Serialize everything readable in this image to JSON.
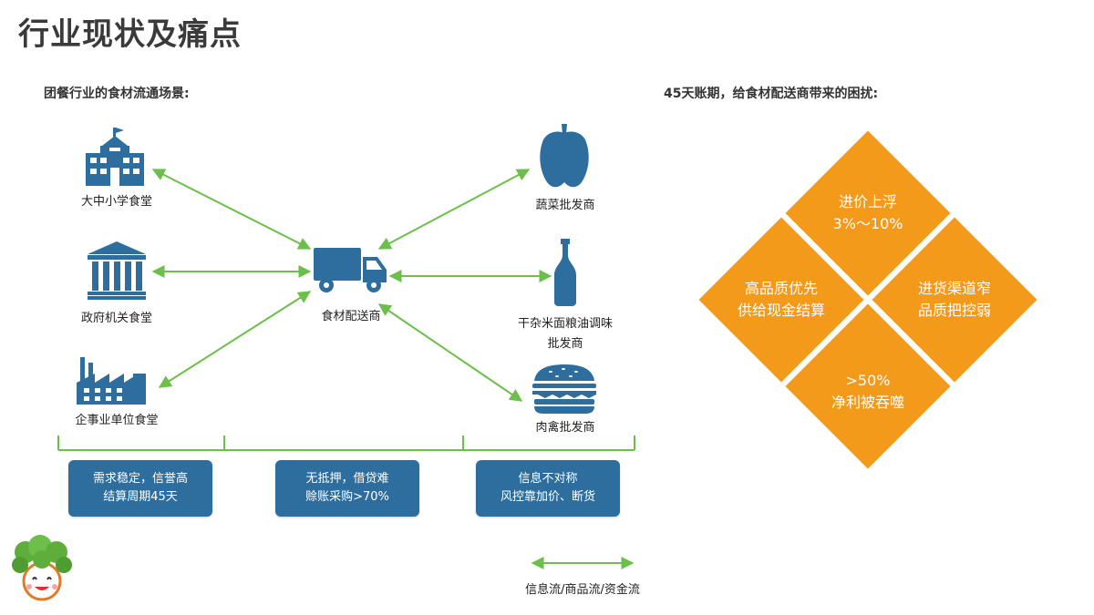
{
  "title": "行业现状及痛点",
  "left_section": {
    "heading": "团餐行业的食材流通场景:",
    "left_nodes": [
      {
        "label": "大中小学食堂",
        "icon": "school-icon"
      },
      {
        "label": "政府机关食堂",
        "icon": "government-building-icon"
      },
      {
        "label": "企事业单位食堂",
        "icon": "factory-icon"
      }
    ],
    "center_node": {
      "label": "食材配送商",
      "icon": "delivery-truck-icon"
    },
    "right_nodes": [
      {
        "label": "蔬菜批发商",
        "icon": "pepper-icon"
      },
      {
        "label_line1": "干杂米面粮油调味",
        "label_line2": "批发商",
        "icon": "bottle-icon"
      },
      {
        "label": "肉禽批发商",
        "icon": "burger-icon"
      }
    ],
    "boxes": [
      {
        "line1": "需求稳定，信誉高",
        "line2": "结算周期45天"
      },
      {
        "line1": "无抵押，借贷难",
        "line2": "赊账采购>70%"
      },
      {
        "line1": "信息不对称",
        "line2": "风控靠加价、断货"
      }
    ],
    "legend": "信息流/商品流/资金流"
  },
  "right_section": {
    "heading": "45天账期，给食材配送商带来的困扰:",
    "diamonds": [
      {
        "line1": "进价上浮",
        "line2": "3%～10%"
      },
      {
        "line1": "高品质优先",
        "line2": "供给现金结算"
      },
      {
        "line1": "进货渠道窄",
        "line2": "品质把控弱"
      },
      {
        "line1": ">50%",
        "line2": "净利被吞噬"
      }
    ]
  },
  "colors": {
    "accent_green": "#6dbf4b",
    "icon_blue": "#2e6e9e",
    "box_blue": "#2e6e9e",
    "diamond_orange": "#f39a1b"
  }
}
